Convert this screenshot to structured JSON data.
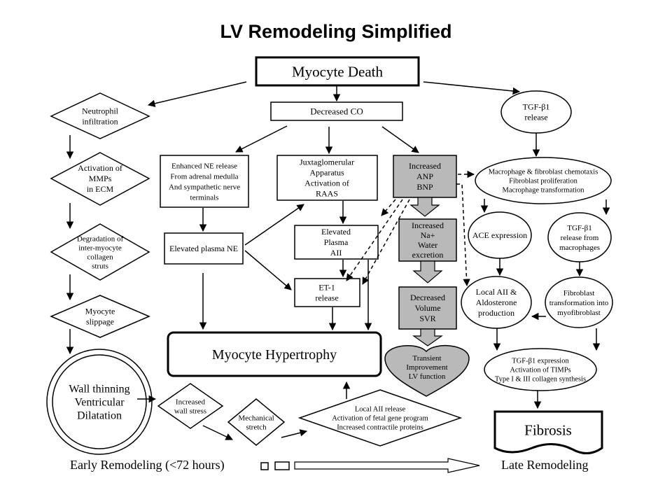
{
  "title": "LV Remodeling Simplified",
  "nodes": {
    "myocyte_death": [
      "Myocyte Death"
    ],
    "decreased_co": [
      "Decreased CO"
    ],
    "tgf_release": [
      "TGF-β1",
      "release"
    ],
    "neutrophil": [
      "Neutrophil",
      "infiltration"
    ],
    "mmp_activation": [
      "Activation of",
      "MMPs",
      "in ECM"
    ],
    "collagen_degradation": [
      "Degradation of",
      "inter-myocyte",
      "collagen",
      "struts"
    ],
    "myocyte_slippage": [
      "Myocyte",
      "slippage"
    ],
    "wall_thinning": [
      "Wall thinning",
      "Ventricular",
      "Dilatation"
    ],
    "enhanced_ne": [
      "Enhanced NE release",
      "From adrenal medulla",
      "And sympathetic nerve",
      "terminals"
    ],
    "juxtaglomerular": [
      "Juxtaglomerular",
      "Apparatus",
      "Activation of",
      "RAAS"
    ],
    "anp_bnp": [
      "Increased",
      "ANP",
      "BNP"
    ],
    "elevated_ne": [
      "Elevated plasma NE"
    ],
    "elevated_aii": [
      "Elevated",
      "Plasma",
      "AII"
    ],
    "et1": [
      "ET-1",
      "release"
    ],
    "na_water": [
      "Increased",
      "Na+",
      "Water",
      "excretion"
    ],
    "decreased_volume": [
      "Decreased",
      "Volume",
      "SVR"
    ],
    "transient_improvement": [
      "Transient",
      "Improvement",
      "LV function"
    ],
    "myocyte_hypertrophy": [
      "Myocyte Hypertrophy"
    ],
    "chemotaxis": [
      "Macrophage & fibroblast chemotaxis",
      "Fibroblast proliferation",
      "Macrophage transformation"
    ],
    "ace_expression": [
      "ACE expression"
    ],
    "tgf_macrophages": [
      "TGF-β1",
      "release from",
      "macrophages"
    ],
    "local_aii_aldosterone": [
      "Local AII &",
      "Aldosterone",
      "production"
    ],
    "fibroblast_transformation": [
      "Fibroblast",
      "transformation into",
      "myofibroblast"
    ],
    "tgf_timps": [
      "TGF-β1 expression",
      "Activation of TIMPs",
      "Type I & III collagen synthesis"
    ],
    "fibrosis": [
      "Fibrosis"
    ],
    "wall_stress": [
      "Increased",
      "wall stress"
    ],
    "mechanical_stretch": [
      "Mechanical",
      "stretch"
    ],
    "local_aii_release": [
      "Local AII release",
      "Activation of fetal gene program",
      "Increased contractile proteins"
    ]
  },
  "timeline": {
    "early": "Early Remodeling (<72 hours)",
    "late": "Late Remodeling"
  }
}
